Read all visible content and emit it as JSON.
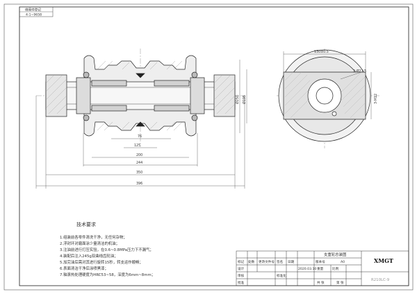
{
  "top_stamp": {
    "line1": "借用件登记",
    "line2": "4-1~9658"
  },
  "section_view": {
    "dimensions": {
      "d_flange": "Ø250",
      "d_body": "Ø195",
      "w_76": "76",
      "w_125": "125",
      "w_200": "200",
      "w_244": "244",
      "w_350": "350",
      "w_396": "396"
    }
  },
  "end_view": {
    "dimensions": {
      "top": "130±0.5",
      "holes": "2-Ø21.5",
      "right": "3-M12"
    }
  },
  "tech_requirements": {
    "title": "技术要求",
    "items": [
      "1.组装前各零件清洗干净，无任何杂物；",
      "2.浮封环对磨面涂少量清洁的机油；",
      "3.注油前进行打压实验，在0.6~0.8MPa压力下不漏气；",
      "4.装配后注入245g双曲线齿轮油；",
      "5.加完油后需对其进行旋转15秒，转支运作顺畅；",
      "6.表面清洁干净后涂喷黑漆；",
      "7.轴滚热处理硬度为HRC53~58，深度为6mm~8mm；"
    ]
  },
  "title_block": {
    "drawing_name": "支重轮总装图",
    "company": "XMGT",
    "part_number": "R210LC-9",
    "headers": [
      "标记",
      "处数",
      "更改文件号",
      "签名",
      "日期"
    ],
    "rows": [
      {
        "role": "设计",
        "value": "",
        "date": "2020.03.10"
      },
      {
        "role": "审核",
        "value": ""
      },
      {
        "role": "批准",
        "value": ""
      }
    ],
    "labels": {
      "standardization": "标准化",
      "weight": "重量",
      "scale": "比例",
      "version": "版本号",
      "version_value": "A0",
      "sheets": "共 张",
      "sheet": "第 张"
    }
  }
}
